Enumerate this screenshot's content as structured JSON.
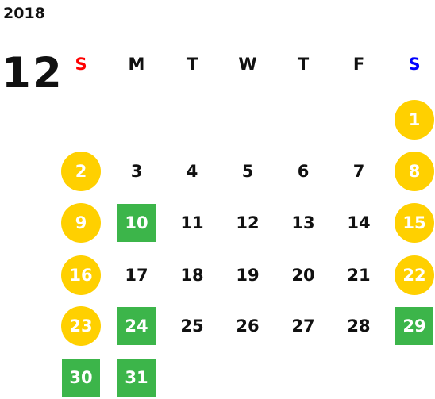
{
  "calendar": {
    "year": "2018",
    "month": "12",
    "weekdays": [
      "S",
      "M",
      "T",
      "W",
      "T",
      "F",
      "S"
    ],
    "colors": {
      "sunday_header": "#ff0000",
      "saturday_header": "#0000ff",
      "holiday_circle": "#ffd000",
      "closed_square": "#3cb54a"
    },
    "weeks": [
      [
        null,
        null,
        null,
        null,
        null,
        null,
        {
          "day": "1",
          "type": "holiday"
        }
      ],
      [
        {
          "day": "2",
          "type": "holiday"
        },
        {
          "day": "3"
        },
        {
          "day": "4"
        },
        {
          "day": "5"
        },
        {
          "day": "6"
        },
        {
          "day": "7"
        },
        {
          "day": "8",
          "type": "holiday"
        }
      ],
      [
        {
          "day": "9",
          "type": "holiday"
        },
        {
          "day": "10",
          "type": "closed"
        },
        {
          "day": "11"
        },
        {
          "day": "12"
        },
        {
          "day": "13"
        },
        {
          "day": "14"
        },
        {
          "day": "15",
          "type": "holiday"
        }
      ],
      [
        {
          "day": "16",
          "type": "holiday"
        },
        {
          "day": "17"
        },
        {
          "day": "18"
        },
        {
          "day": "19"
        },
        {
          "day": "20"
        },
        {
          "day": "21"
        },
        {
          "day": "22",
          "type": "holiday"
        }
      ],
      [
        {
          "day": "23",
          "type": "holiday"
        },
        {
          "day": "24",
          "type": "closed"
        },
        {
          "day": "25"
        },
        {
          "day": "26"
        },
        {
          "day": "27"
        },
        {
          "day": "28"
        },
        {
          "day": "29",
          "type": "closed"
        }
      ],
      [
        {
          "day": "30",
          "type": "closed"
        },
        {
          "day": "31",
          "type": "closed"
        },
        null,
        null,
        null,
        null,
        null
      ]
    ]
  }
}
